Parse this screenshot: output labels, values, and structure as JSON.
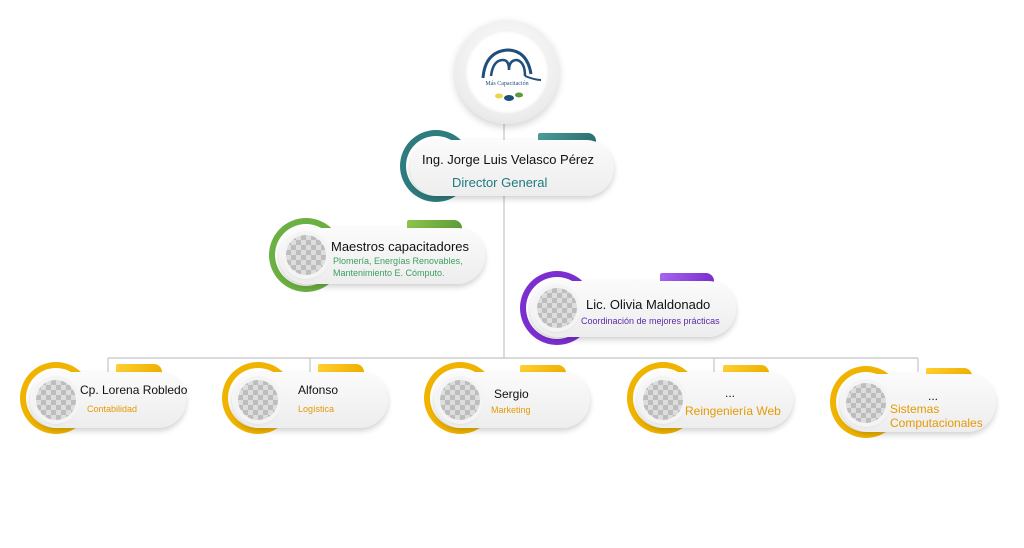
{
  "logo": {
    "text": "Más Capacitación"
  },
  "director": {
    "name": "Ing. Jorge Luis Velasco Pérez",
    "role": "Director General"
  },
  "maestros": {
    "name": "Maestros capacitadores",
    "role_line1": "Plomería, Energías Renovables,",
    "role_line2": "Mantenimiento E. Cómputo."
  },
  "olivia": {
    "name": "Lic. Olivia Maldonado",
    "role": "Coordinación de mejores prácticas"
  },
  "staff": [
    {
      "name": "Cp. Lorena Robledo",
      "role": "Contabilidad"
    },
    {
      "name": "Alfonso",
      "role": "Logística"
    },
    {
      "name": "Sergio",
      "role": "Marketing"
    },
    {
      "name": "...",
      "role": "Reingeniería Web"
    },
    {
      "name": "...",
      "role_line1": "Sistemas",
      "role_line2": "Computacionales"
    }
  ],
  "colors": {
    "teal": "#2f7c7e",
    "green": "#6bb042",
    "purple": "#7b2fd0",
    "gold": "#f0b400",
    "line": "#bdbdbd"
  }
}
